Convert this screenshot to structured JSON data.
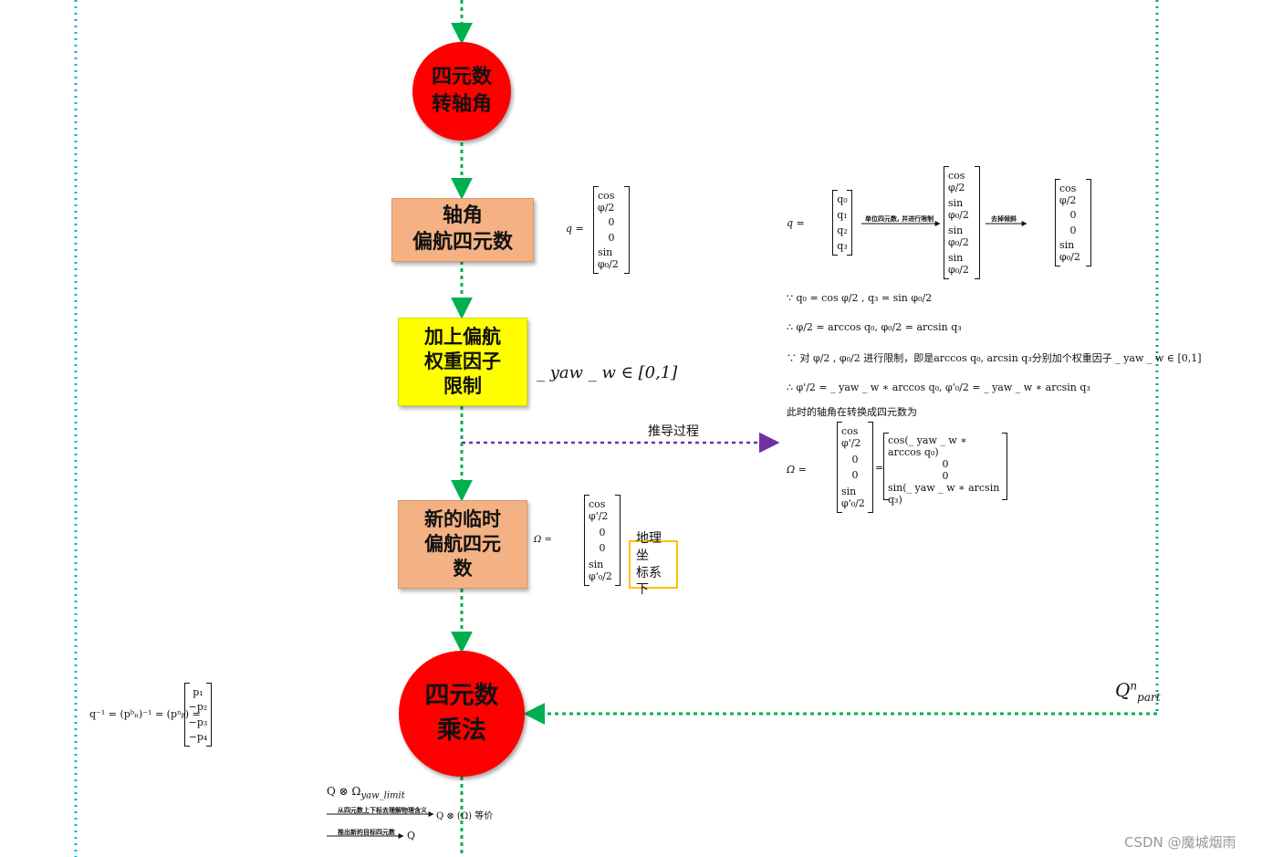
{
  "nodes": {
    "quat_to_axis": "四元数\n转轴角",
    "axis_yaw_quat": "轴角\n偏航四元数",
    "yaw_weight_limit": "加上偏航\n权重因子\n限制",
    "new_temp_yaw_quat": "新的临时\n偏航四元\n数",
    "quat_multiply": "四元数\n乘法"
  },
  "labels": {
    "derivation": "推导过程",
    "geo_frame": "地理坐\n标系下",
    "yaw_w_range": "_ yaw _ w ∈ [0,1]",
    "q_part": "Q",
    "q_part_sup": "n",
    "q_part_sub": "part",
    "watermark": "CSDN @魔城烟雨"
  },
  "formulas": {
    "q_yaw_lhs": "q",
    "q_yaw_matrix": [
      "cos φ/2",
      "0",
      "0",
      "sin φ₀/2"
    ],
    "omega_limit_lhs": "Ω",
    "omega_limit_matrix": [
      "cos φ'/2",
      "0",
      "0",
      "sin φ'₀/2"
    ],
    "q_inverse": "q⁻¹ = (pᵇₙ)⁻¹ = (pⁿᵦ) =",
    "q_inverse_matrix": [
      "p₁",
      "−p₂",
      "−p₃",
      "−p₄"
    ],
    "q_mix_norm_lhs": "q",
    "q_mix_norm_matrix": [
      "q₀",
      "q₁",
      "q₂",
      "q₃"
    ],
    "arrow1_label": "单位四元数, 并进行限制",
    "q_mid_matrix": [
      "cos φ/2",
      "sin φ₀/2",
      "sin φ₀/2",
      "sin φ₀/2"
    ],
    "arrow2_label": "去掉倾斜",
    "q_yaw2_matrix": [
      "cos φ/2",
      "0",
      "0",
      "sin φ₀/2"
    ],
    "line1": "∵ q₀ = cos φ/2 , q₃ = sin φ₀/2",
    "line2": "∴ φ/2 = arccos q₀, φ₀/2 = arcsin q₃",
    "line3": "∵ 对 φ/2 , φ₀/2 进行限制，即是arccos q₀, arcsin q₃分别加个权重因子 _ yaw _ w ∈ [0,1]",
    "line4": "∴ φ'/2 = _ yaw _ w ∗ arccos q₀, φ'₀/2 = _ yaw _ w ∗ arcsin q₃",
    "line5": "此时的轴角在转换成四元数为",
    "omega_final_lhs": "Ω",
    "omega_final_matrix_a": [
      "cos φ'/2",
      "0",
      "0",
      "sin φ'₀/2"
    ],
    "omega_final_matrix_b": [
      "cos(_ yaw _ w ∗ arccos q₀)",
      "0",
      "0",
      "sin(_ yaw _ w ∗ arcsin q₃)"
    ],
    "bottom_product": "Q ⊗ Ω",
    "bottom_product_sub": "yaw_limit",
    "bottom_arrow1_label": "从四元数上下标去理解物理含义",
    "bottom_result1": "Q ⊗ (Ω) 等价",
    "bottom_arrow2_label": "推出新的目标四元数",
    "bottom_result2": "Q"
  },
  "colors": {
    "circle": "#ff0000",
    "salmon_box": "#f4b183",
    "yellow_box": "#ffff00",
    "green_flow": "#00b050",
    "cyan_border": "#00b0f0",
    "purple_arrow": "#7030a0",
    "note_border": "#ffc000"
  }
}
